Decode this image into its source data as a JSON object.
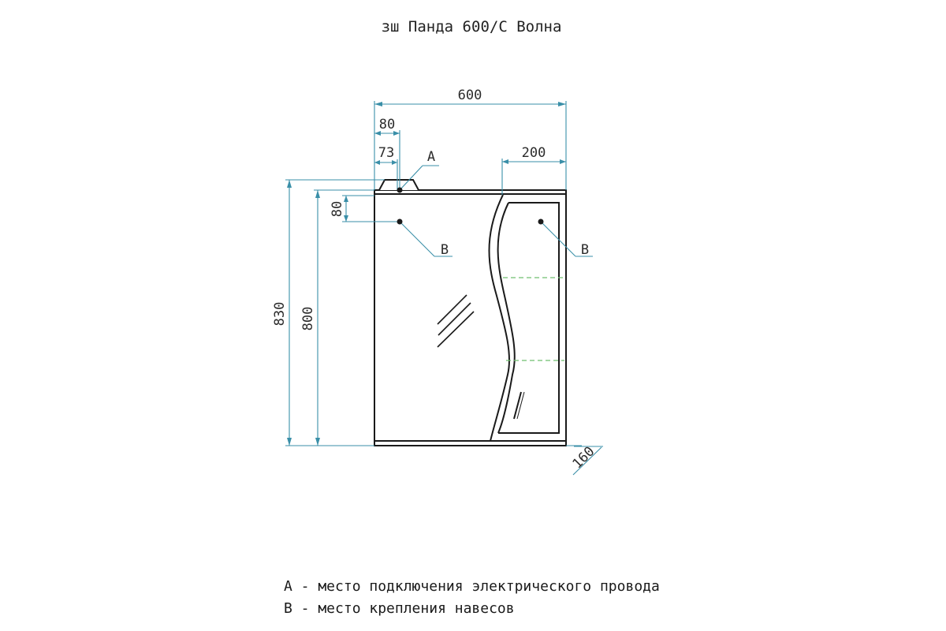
{
  "title": "зш Панда 600/С Волна",
  "colors": {
    "dimension": "#3a8fa8",
    "outline": "#1a1a1a",
    "shelf": "#6fbf6f"
  },
  "dimensions": {
    "total_width": "600",
    "side_offset": "80",
    "inner_offset": "73",
    "door_width": "200",
    "total_height": "830",
    "body_height": "800",
    "top_offset": "80",
    "depth": "160"
  },
  "markers": {
    "a": "A",
    "b_left": "B",
    "b_right": "B"
  },
  "legend": [
    "A - место подключения электрического провода",
    "B - место крепления навесов"
  ]
}
